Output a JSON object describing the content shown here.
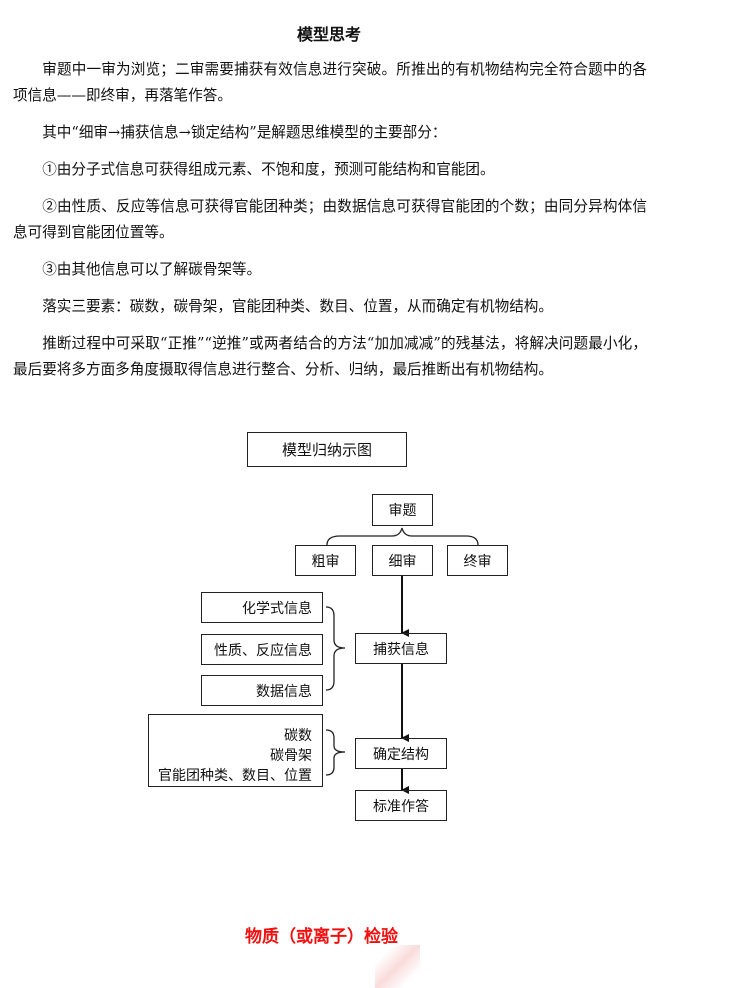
{
  "title": "模型思考",
  "paragraphs": [
    "审题中一审为浏览；二审需要捕获有效信息进行突破。所推出的有机物结构完全符合题中的各项信息——即终审，再落笔作答。",
    "其中“细审→捕获信息→锁定结构”是解题思维模型的主要部分：",
    "①由分子式信息可获得组成元素、不饱和度，预测可能结构和官能团。",
    "②由性质、反应等信息可获得官能团种类；由数据信息可获得官能团的个数；由同分异构体信息可得到官能团位置等。",
    "③由其他信息可以了解碳骨架等。",
    "落实三要素：碳数，碳骨架，官能团种类、数目、位置，从而确定有机物结构。",
    "推断过程中可采取“正推”“逆推”或两者结合的方法“加加减减”的残基法，将解决问题最小化，最后要将多方面多角度摄取得信息进行整合、分析、归纳，最后推断出有机物结构。"
  ],
  "diagram": {
    "title": "模型归纳示图",
    "root": "审题",
    "branches": [
      "粗审",
      "细审",
      "终审"
    ],
    "info_sources": [
      "化学式信息",
      "性质、反应信息",
      "数据信息"
    ],
    "capture": "捕获信息",
    "elements": [
      "碳数",
      "碳骨架",
      "官能团种类、数目、位置"
    ],
    "determine": "确定结构",
    "answer": "标准作答"
  },
  "next_heading": "物质（或离子）检验",
  "colors": {
    "heading_red": "#f01010"
  }
}
